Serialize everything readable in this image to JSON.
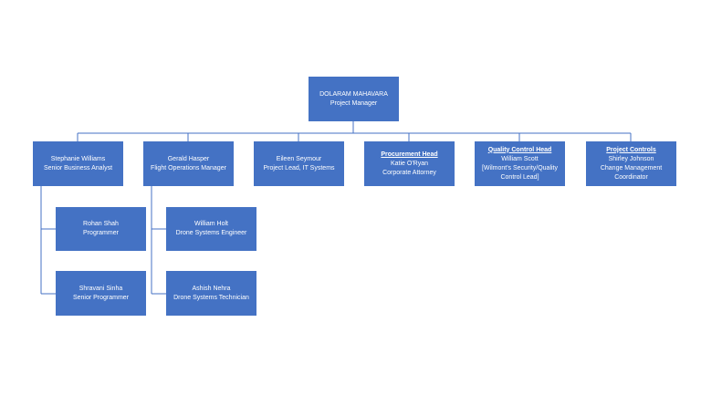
{
  "colors": {
    "box": "#4472c4",
    "connector": "#4472c4",
    "text": "#ffffff"
  },
  "root": {
    "name": "DOLARAM MAHAVARA",
    "role": "Project Manager"
  },
  "level1": [
    {
      "name": "Stephanie Williams",
      "role": "Senior Business Analyst"
    },
    {
      "name": "Gerald Hasper",
      "role": "Flight Operations Manager"
    },
    {
      "name": "Eileen Seymour",
      "role": "Project Lead, IT Systems"
    },
    {
      "heading": "Procurement Head",
      "name": "Katie O'Ryan",
      "role": "Corporate Attorney"
    },
    {
      "heading": "Quality Control Head",
      "name": "William Scott",
      "role": "[Wilmont's Security/Quality Control Lead]"
    },
    {
      "heading": "Project Controls",
      "name": "Shirley Johnson",
      "role": "Change Management Coordinator"
    }
  ],
  "reports_williams": [
    {
      "name": "Rohan Shah",
      "role": "Programmer"
    },
    {
      "name": "Shravani Sinha",
      "role": "Senior Programmer"
    }
  ],
  "reports_hasper": [
    {
      "name": "William Holt",
      "role": "Drone Systems Engineer"
    },
    {
      "name": "Ashish Nehra",
      "role": "Drone Systems Technician"
    }
  ]
}
